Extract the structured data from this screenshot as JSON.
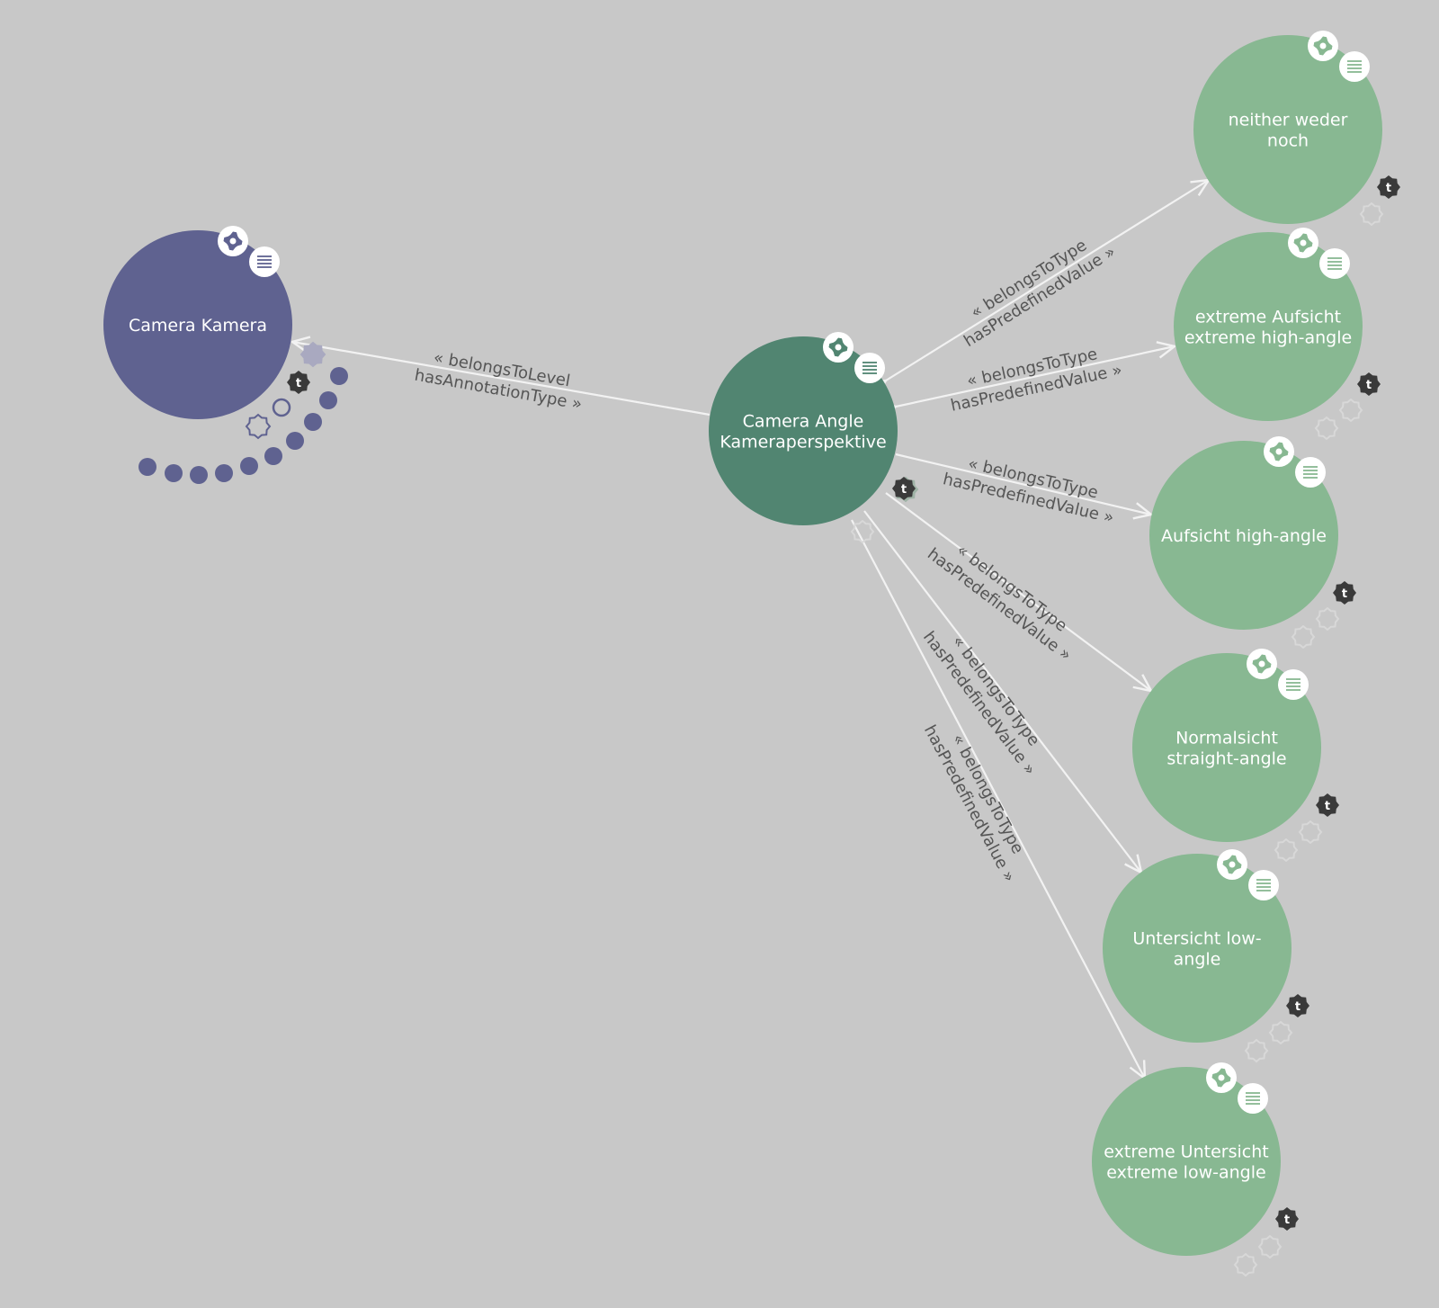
{
  "colors": {
    "background": "#c8c8c8",
    "level_node": "#5f6290",
    "type_node": "#518571",
    "value_node": "#88b892",
    "edge": "#f2f2f2",
    "edge_label": "#555555",
    "tag_badge": "#3a3a3a",
    "ghost_flower": "#d8d8d8"
  },
  "icons": {
    "settings": "gear-icon",
    "details": "list-icon",
    "tag": "t-badge-icon",
    "expand_dot": "dot-icon",
    "collapsed_flower": "flower-icon"
  },
  "tag_badge_text": "t",
  "nodes": {
    "camera_kamera": {
      "kind": "level",
      "lines": [
        "Camera Kamera"
      ]
    },
    "camera_angle": {
      "kind": "type",
      "lines": [
        "Camera Angle",
        "Kameraperspektive"
      ]
    },
    "neither": {
      "kind": "value",
      "lines": [
        "neither weder",
        "noch"
      ]
    },
    "extreme_aufsicht": {
      "kind": "value",
      "lines": [
        "extreme Aufsicht",
        "extreme high-angle"
      ]
    },
    "aufsicht": {
      "kind": "value",
      "lines": [
        "Aufsicht high-angle"
      ]
    },
    "normalsicht": {
      "kind": "value",
      "lines": [
        "Normalsicht",
        "straight-angle"
      ]
    },
    "untersicht": {
      "kind": "value",
      "lines": [
        "Untersicht low-",
        "angle"
      ]
    },
    "extreme_untersicht": {
      "kind": "value",
      "lines": [
        "extreme Untersicht",
        "extreme low-angle"
      ]
    }
  },
  "edges": {
    "level_edge": {
      "from": "camera_angle",
      "to": "camera_kamera",
      "label_top": "« belongsToLevel",
      "label_bottom": "hasAnnotationType »"
    },
    "to_neither": {
      "from": "camera_angle",
      "to": "neither",
      "label_top": "« belongsToType",
      "label_bottom": "hasPredefinedValue »"
    },
    "to_extreme_aufsicht": {
      "from": "camera_angle",
      "to": "extreme_aufsicht",
      "label_top": "« belongsToType",
      "label_bottom": "hasPredefinedValue »"
    },
    "to_aufsicht": {
      "from": "camera_angle",
      "to": "aufsicht",
      "label_top": "« belongsToType",
      "label_bottom": "hasPredefinedValue »"
    },
    "to_normalsicht": {
      "from": "camera_angle",
      "to": "normalsicht",
      "label_top": "« belongsToType",
      "label_bottom": "hasPredefinedValue »"
    },
    "to_untersicht": {
      "from": "camera_angle",
      "to": "untersicht",
      "label_top": "« belongsToType",
      "label_bottom": "hasPredefinedValue »"
    },
    "to_extreme_untersicht": {
      "from": "camera_angle",
      "to": "extreme_untersicht",
      "label_top": "« belongsToType",
      "label_bottom": "hasPredefinedValue »"
    }
  }
}
